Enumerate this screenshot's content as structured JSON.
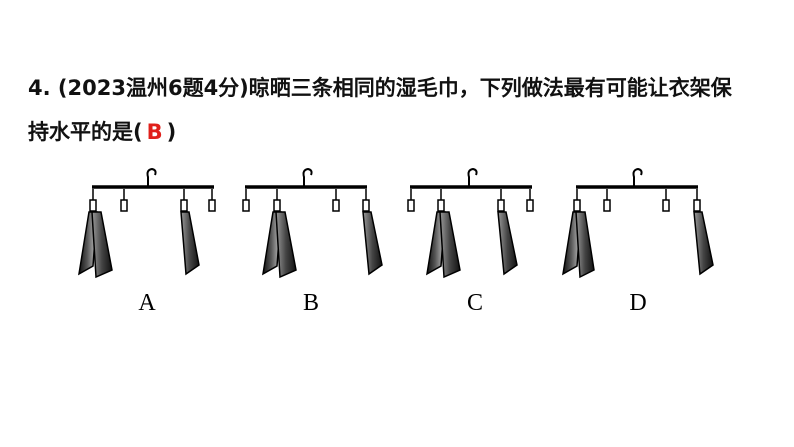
{
  "question": {
    "number": "4.",
    "source": "(2023温州6题4分)",
    "text_line1": "晾晒三条相同的湿毛巾，下列做法最有可能让衣架保",
    "text_line2": "持水平的是(",
    "answer": "B",
    "close": ")",
    "answer_color": "#e0201b"
  },
  "options": [
    {
      "label": "A"
    },
    {
      "label": "B"
    },
    {
      "label": "C"
    },
    {
      "label": "D"
    }
  ]
}
